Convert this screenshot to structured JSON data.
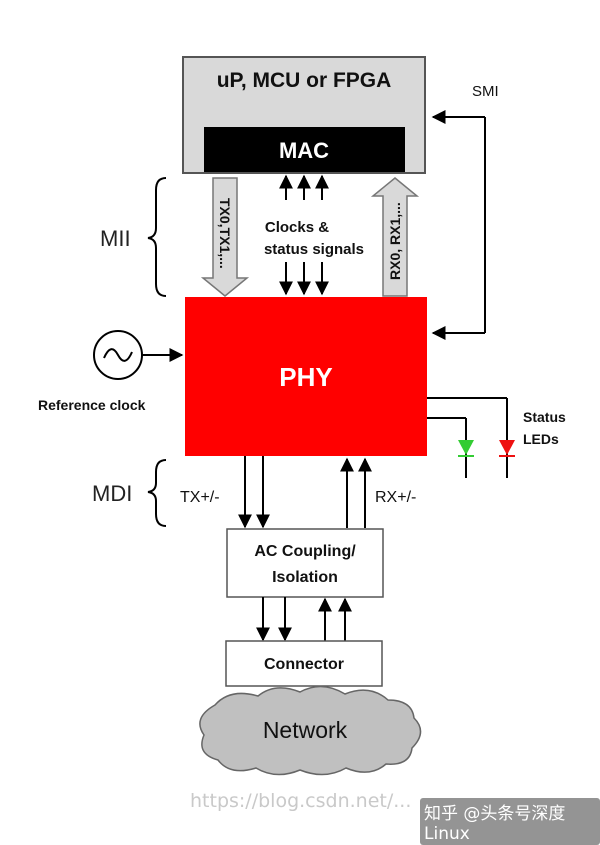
{
  "blocks": {
    "mcu": "uP, MCU or FPGA",
    "mac": "MAC",
    "phy": "PHY",
    "ac_coupling_line1": "AC Coupling/",
    "ac_coupling_line2": "Isolation",
    "connector": "Connector",
    "network": "Network"
  },
  "labels": {
    "smi": "SMI",
    "mii": "MII",
    "mdi": "MDI",
    "tx_bus": "TX0,TX1,...",
    "rx_bus": "RX0, RX1,...",
    "clocks_line1": "Clocks &",
    "clocks_line2": "status signals",
    "reference_clock": "Reference clock",
    "status_line1": "Status",
    "status_line2": "LEDs",
    "tx_pair": "TX+/-",
    "rx_pair": "RX+/-"
  },
  "watermarks": {
    "blog": "https://blog.csdn.net/...",
    "zhihu": "知乎 @头条号深度Linux"
  },
  "colors": {
    "phy_red": "#ff0000",
    "mac_black": "#000000",
    "mcu_gray": "#d9d9d9",
    "network_gray": "#c0c0c0",
    "led_green": "#33cc33",
    "led_red": "#ee1111"
  }
}
